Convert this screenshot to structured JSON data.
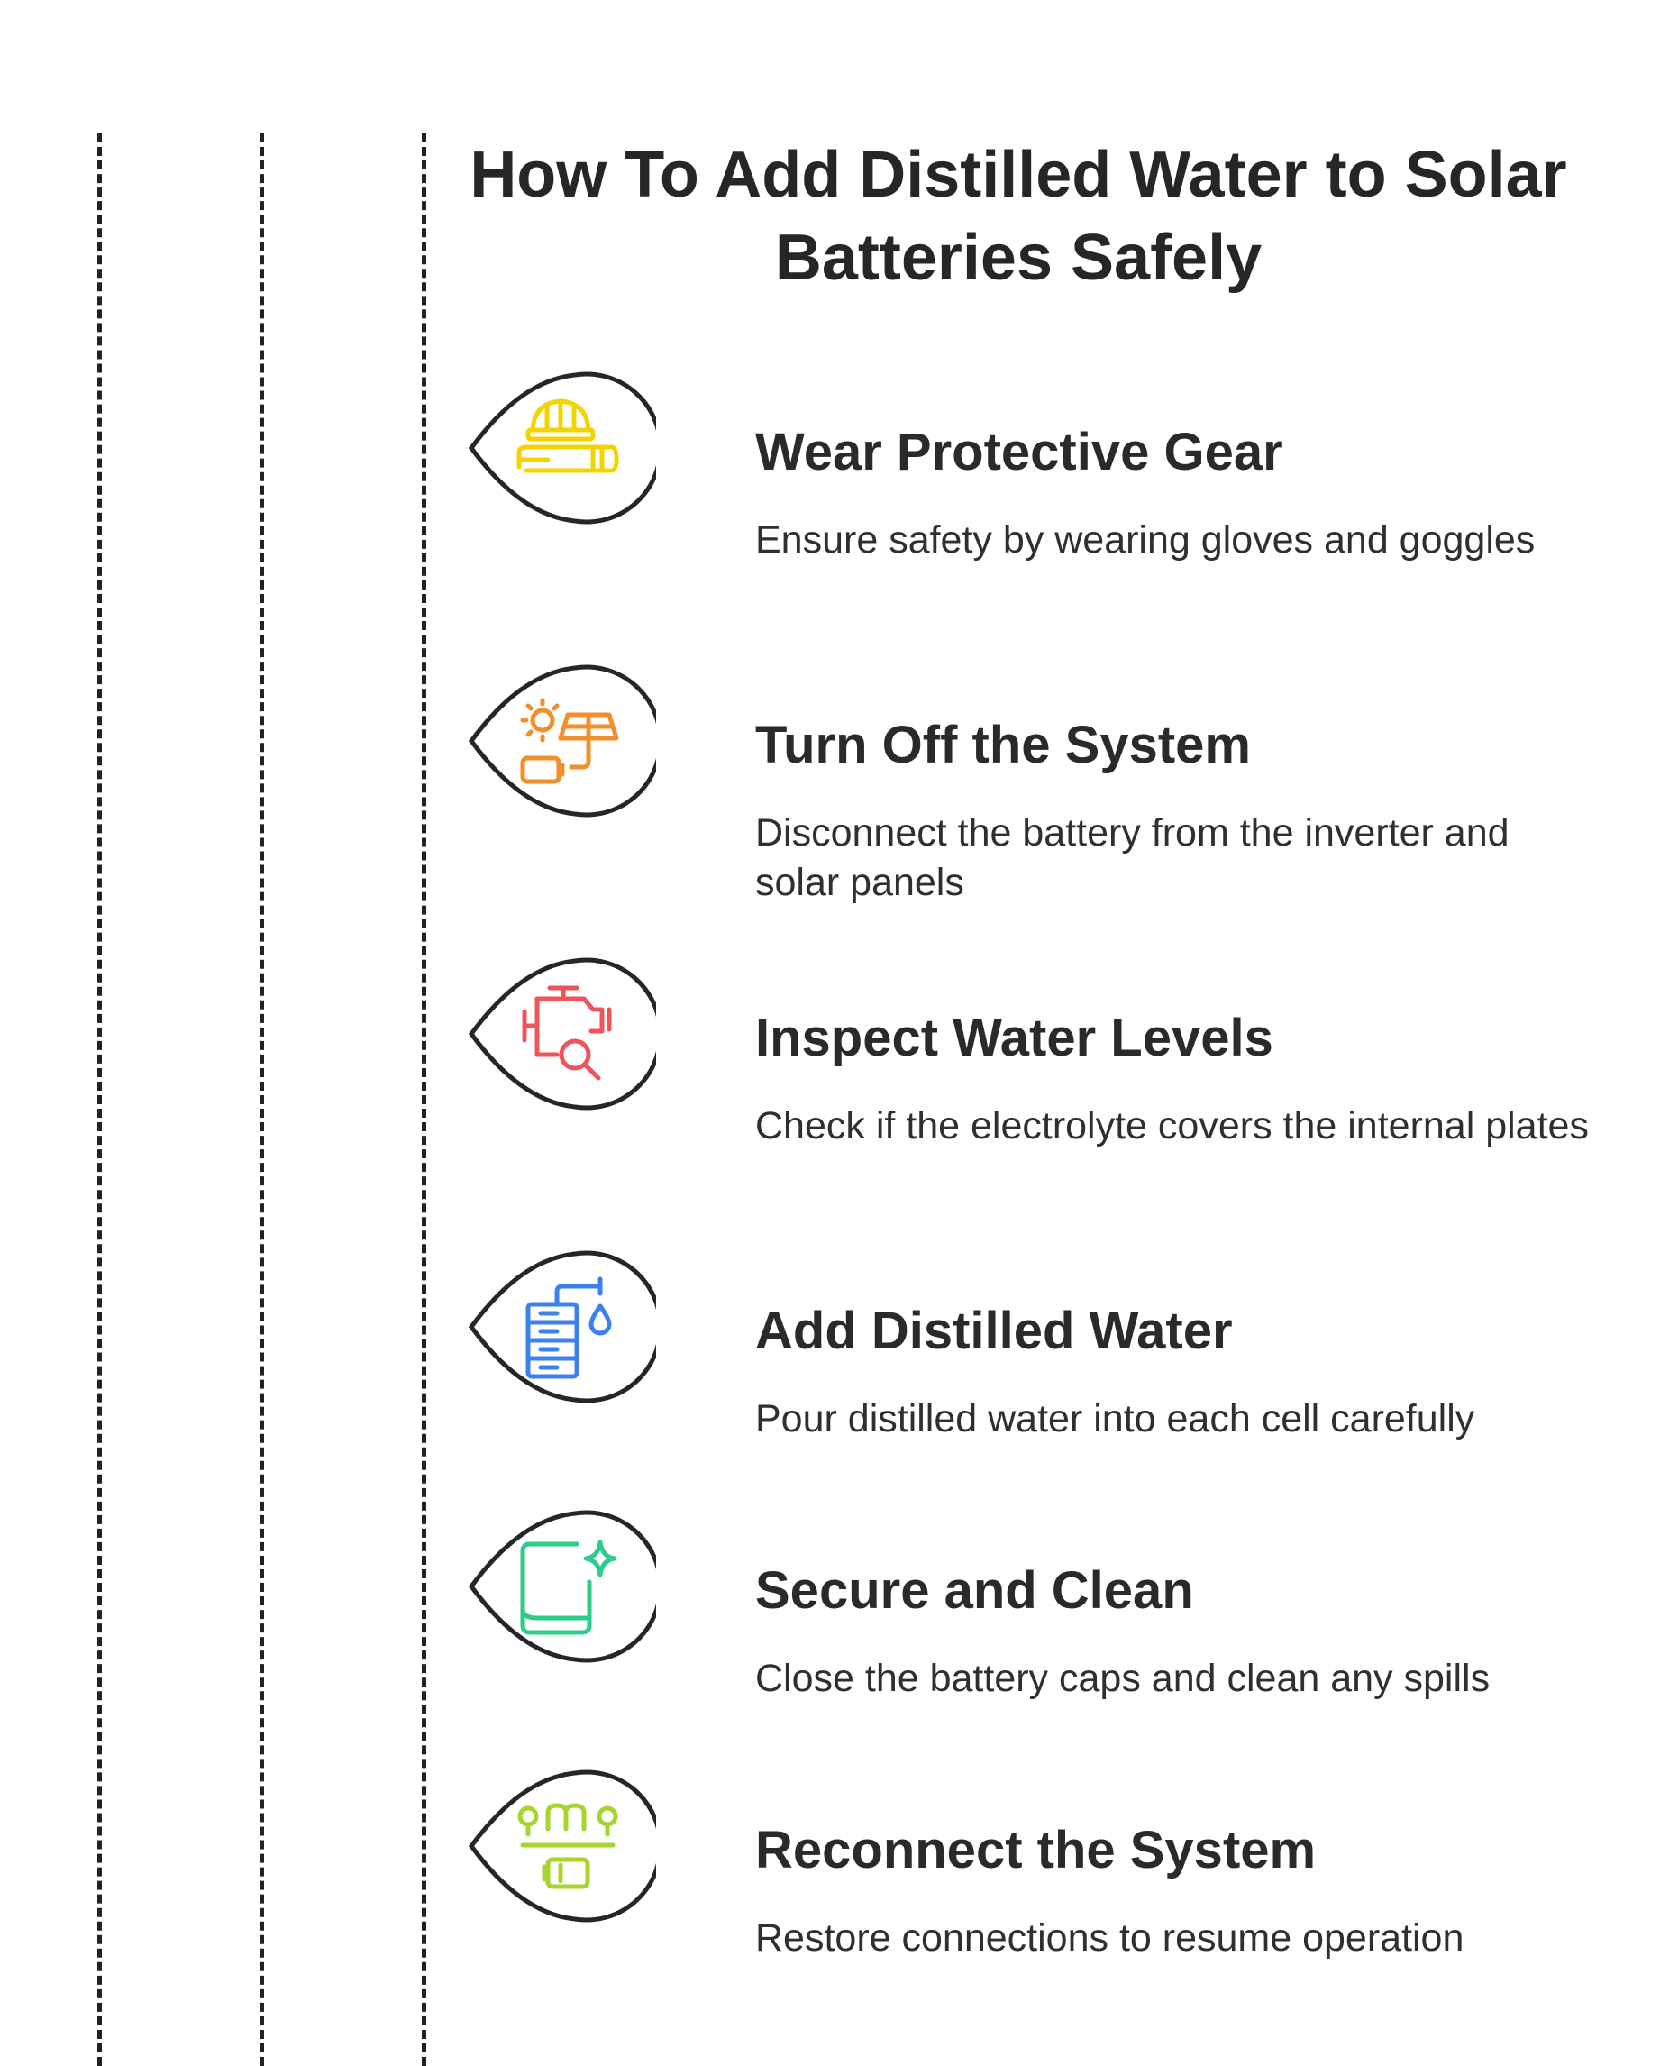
{
  "title": "How To Add Distilled Water to Solar Batteries Safely",
  "steps": [
    {
      "heading": "Wear Protective Gear",
      "description": "Ensure safety by wearing gloves and goggles",
      "icon": "hard-hat-gloves-icon",
      "color": "#f2d400"
    },
    {
      "heading": "Turn Off the System",
      "description": "Disconnect the battery from the inverter and solar panels",
      "icon": "solar-panel-battery-icon",
      "color": "#f0902a"
    },
    {
      "heading": "Inspect Water Levels",
      "description": "Check if the electrolyte covers the internal plates",
      "icon": "engine-inspect-icon",
      "color": "#f0545a"
    },
    {
      "heading": "Add Distilled Water",
      "description": "Pour distilled water into each cell carefully",
      "icon": "water-tank-drop-icon",
      "color": "#3b82f0"
    },
    {
      "heading": "Secure and Clean",
      "description": "Close the battery caps and clean any spills",
      "icon": "clean-sparkle-icon",
      "color": "#2ecc8a"
    },
    {
      "heading": "Reconnect the System",
      "description": "Restore connections to resume operation",
      "icon": "connection-battery-icon",
      "color": "#a6d62e"
    }
  ]
}
